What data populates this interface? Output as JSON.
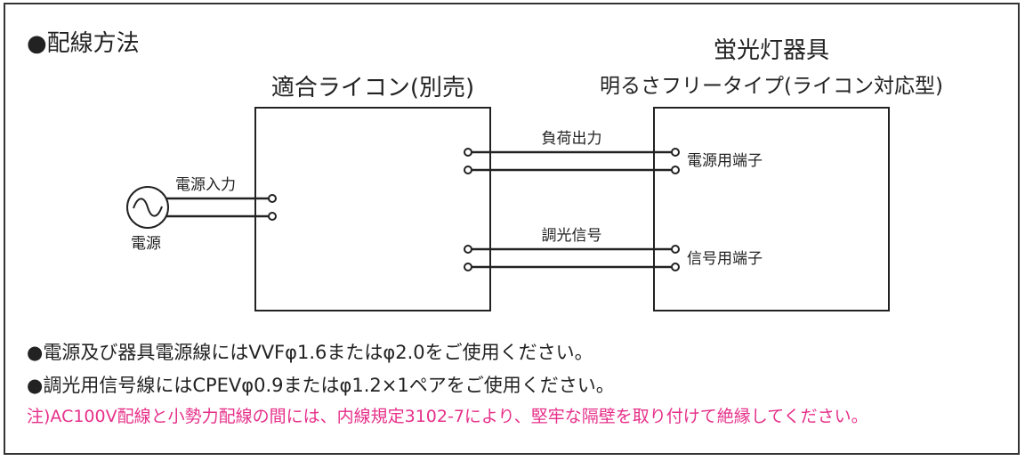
{
  "heading": "●配線方法",
  "controller": {
    "title": "適合ライコン(別売)"
  },
  "fixture": {
    "title": "蛍光灯器具",
    "subtitle": "明るさフリータイプ(ライコン対応型)"
  },
  "power": {
    "input_label": "電源入力",
    "source_label": "電源"
  },
  "connections": {
    "load_output": "負荷出力",
    "power_terminal": "電源用端子",
    "dimming_signal": "調光信号",
    "signal_terminal": "信号用端子"
  },
  "notes": [
    "●電源及び器具電源線にはVVFφ1.6またはφ2.0をご使用ください。",
    "●調光用信号線にはCPEVφ0.9またはφ1.2×1ペアをご使用ください。"
  ],
  "warning": "注)AC100V配線と小勢力配線の間には、内線規定3102-7により、堅牢な隔壁を取り付けて絶縁してください。",
  "colors": {
    "line": "#222222",
    "warning": "#e6308a"
  },
  "icons": {
    "ac_source": "ac-source-icon"
  }
}
